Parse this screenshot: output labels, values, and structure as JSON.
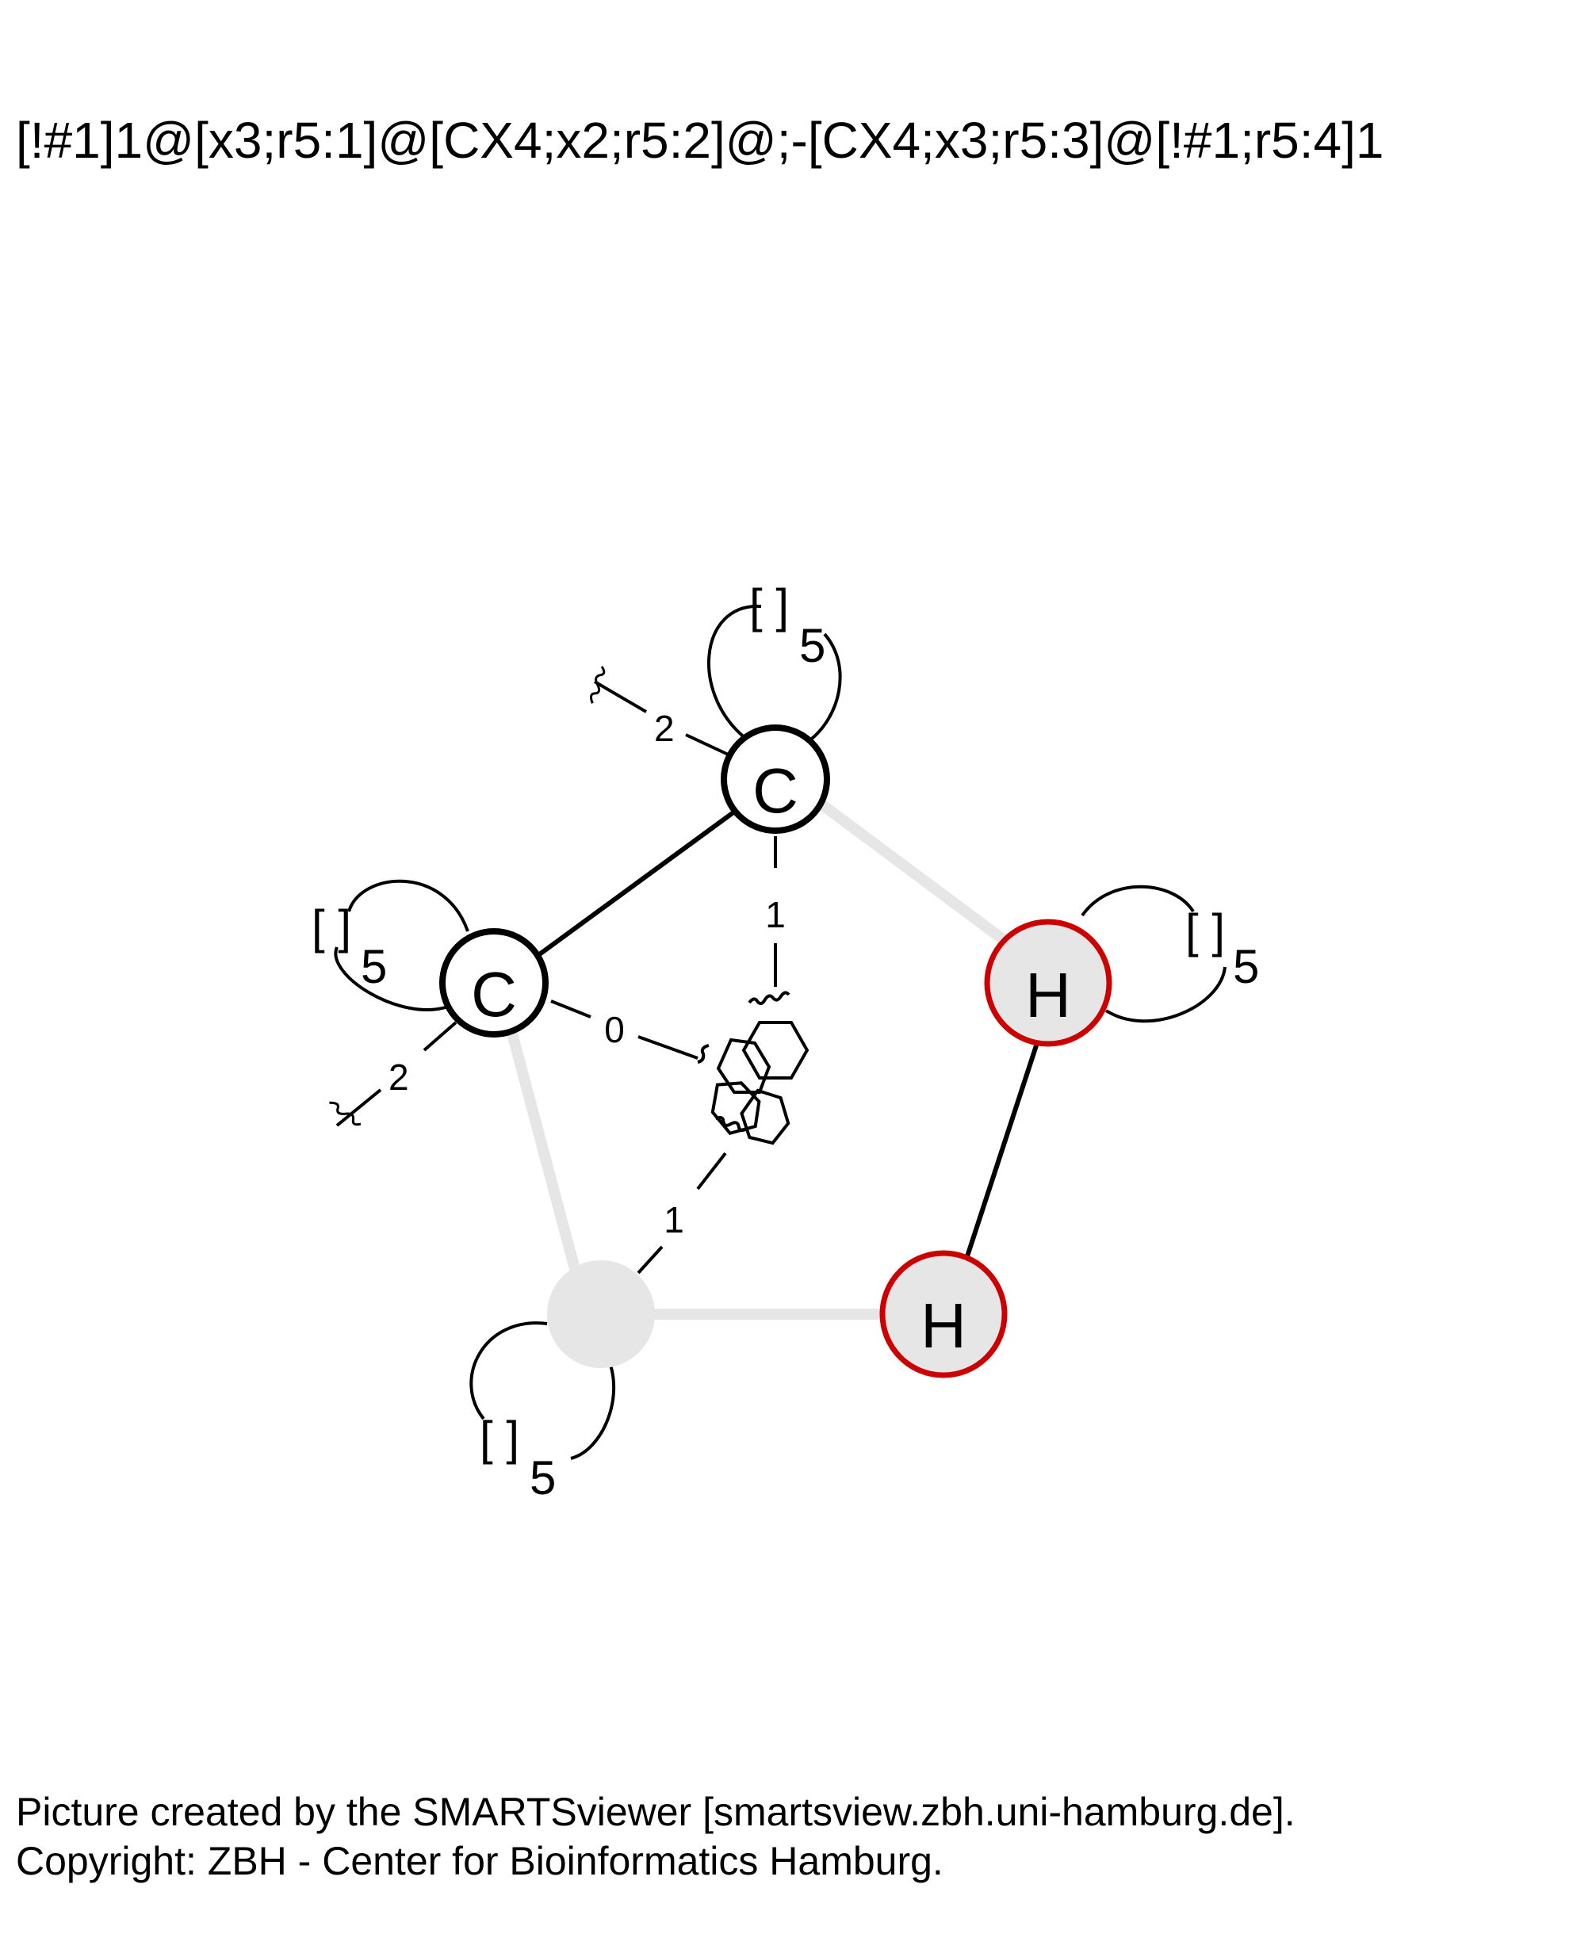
{
  "smarts_pattern": "[!#1]1@[x3;r5:1]@[CX4;x2;r5:2]@;-[CX4;x3;r5:3]@[!#1;r5:4]1",
  "atoms": {
    "c_top": {
      "label": "C",
      "ring_text": "[ ]",
      "ring_size": "5",
      "substituent_count": "2"
    },
    "c_left": {
      "label": "C",
      "ring_text": "[ ]",
      "ring_size": "5",
      "substituent_count": "2"
    },
    "h_right": {
      "label": "H",
      "ring_text": "[ ]",
      "ring_size": "5"
    },
    "h_bottom": {
      "label": "H"
    },
    "any_atom": {
      "label": "",
      "ring_text": "[ ]",
      "ring_size": "5"
    }
  },
  "ring_junction_labels": {
    "from_c_top": "1",
    "from_c_left": "0",
    "from_any_atom": "1"
  },
  "colors": {
    "ring_bond": "#e6e6e6",
    "explicit_bond": "#000000",
    "excluded_atom_border": "#cc0000",
    "excluded_atom_fill": "#e6e6e6"
  },
  "footer": {
    "line1": "Picture created by the SMARTSviewer [smartsview.zbh.uni-hamburg.de].",
    "line2": "Copyright: ZBH - Center for Bioinformatics Hamburg."
  }
}
